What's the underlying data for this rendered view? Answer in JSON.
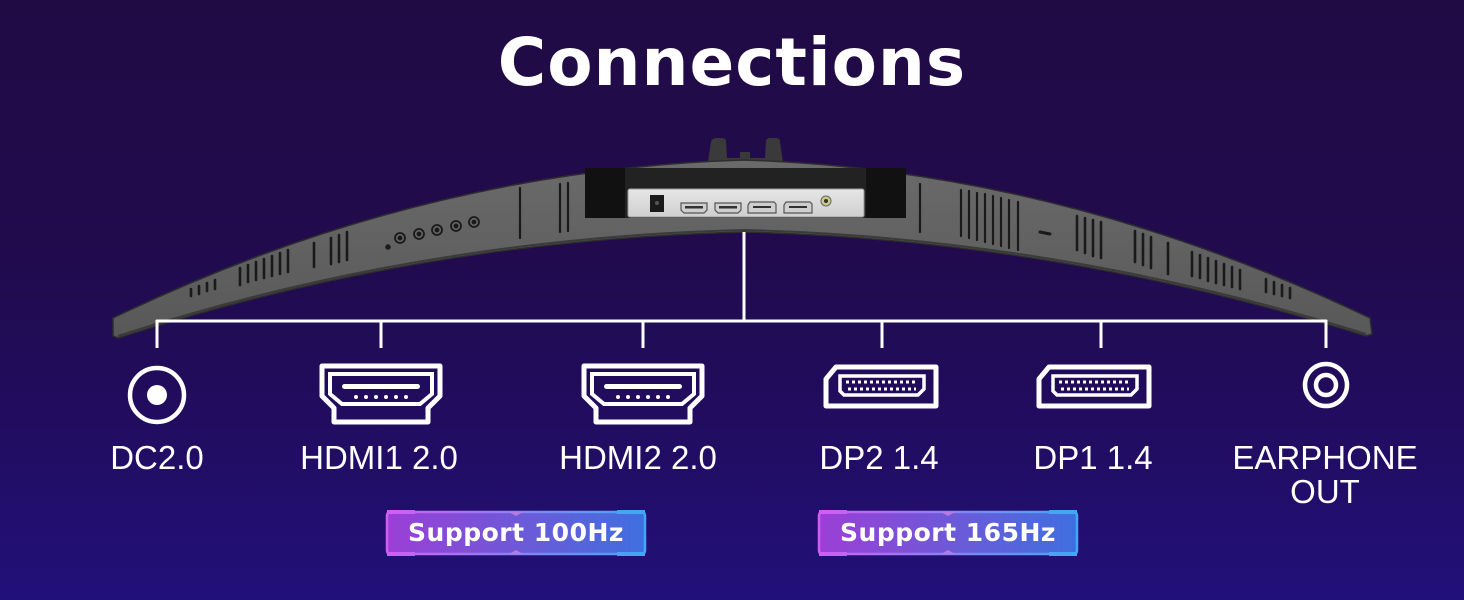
{
  "title": "Connections",
  "colors": {
    "background_top": "#210b45",
    "background_bottom": "#22107a",
    "monitor_body": "#5f5f5f",
    "port_panel": "#dcdcdc",
    "line": "#ffffff",
    "badge_left": "#b14de0",
    "badge_right": "#3f8fe6"
  },
  "ports": [
    {
      "id": "dc",
      "icon": "dc-power-icon",
      "label": "DC2.0"
    },
    {
      "id": "hdmi1",
      "icon": "hdmi-port-icon",
      "label": "HDMI1 2.0"
    },
    {
      "id": "hdmi2",
      "icon": "hdmi-port-icon",
      "label": "HDMI2 2.0"
    },
    {
      "id": "dp2",
      "icon": "displayport-icon",
      "label": "DP2 1.4"
    },
    {
      "id": "dp1",
      "icon": "displayport-icon",
      "label": "DP1 1.4"
    },
    {
      "id": "earphone",
      "icon": "earphone-jack-icon",
      "label_line1": "EARPHONE",
      "label_line2": "OUT"
    }
  ],
  "badges": [
    {
      "label": "Support 100Hz",
      "applies_to": "HDMI"
    },
    {
      "label": "Support 165Hz",
      "applies_to": "DP"
    }
  ]
}
